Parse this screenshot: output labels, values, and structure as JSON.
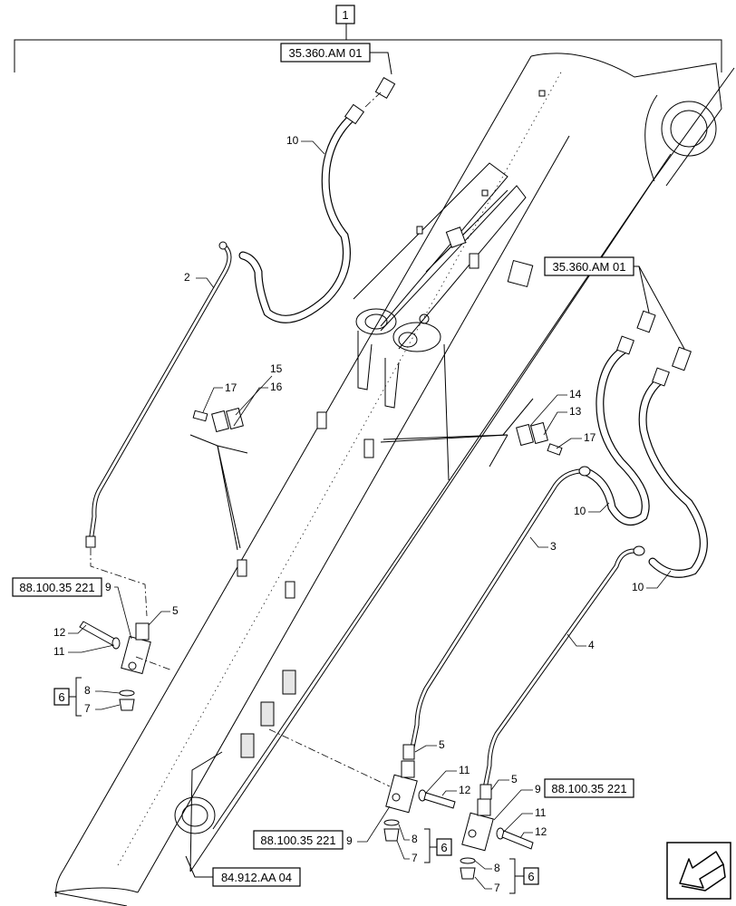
{
  "title_ref": "1",
  "refs": {
    "top_left": "35.360.AM 01",
    "top_right": "35.360.AM 01",
    "left_block": "88.100.35 221",
    "bottom_center": "88.100.35 221",
    "bottom_right": "88.100.35 221",
    "bottom_boom": "84.912.AA 04"
  },
  "kit_refs": {
    "left": "6",
    "center": "6",
    "right": "6"
  },
  "callouts": {
    "c10a": "10",
    "c2": "2",
    "c15": "15",
    "c17a": "17",
    "c16": "16",
    "c14": "14",
    "c13": "13",
    "c17b": "17",
    "c10b": "10",
    "c3": "3",
    "c10c": "10",
    "c4": "4",
    "c9a": "9",
    "c5a": "5",
    "c12a": "12",
    "c11a": "11",
    "c8a": "8",
    "c7a": "7",
    "c5b": "5",
    "c11b": "11",
    "c12b": "12",
    "c9b": "9",
    "c8b": "8",
    "c7b": "7",
    "c5c": "5",
    "c9c": "9",
    "c11c": "11",
    "c12c": "12",
    "c8c": "8",
    "c7c": "7"
  },
  "nav_icon": "arrow-icon"
}
